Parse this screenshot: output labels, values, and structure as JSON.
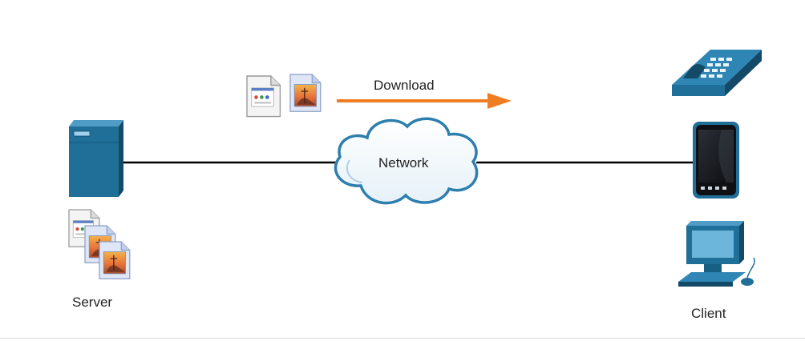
{
  "labels": {
    "download": "Download",
    "network": "Network",
    "server": "Server",
    "client": "Client"
  },
  "icons": {
    "server": "server-tower-icon",
    "server_files": "document-stack-icon",
    "transfer_files": "document-icon",
    "cloud": "cloud-icon",
    "phone": "desk-phone-icon",
    "smartphone": "smartphone-icon",
    "pc": "desktop-computer-icon"
  },
  "colors": {
    "device_blue": "#1f6f98",
    "device_dark": "#124a68",
    "arrow_orange": "#f07d22",
    "cloud_stroke": "#2d7fae",
    "link_line": "#000000"
  }
}
